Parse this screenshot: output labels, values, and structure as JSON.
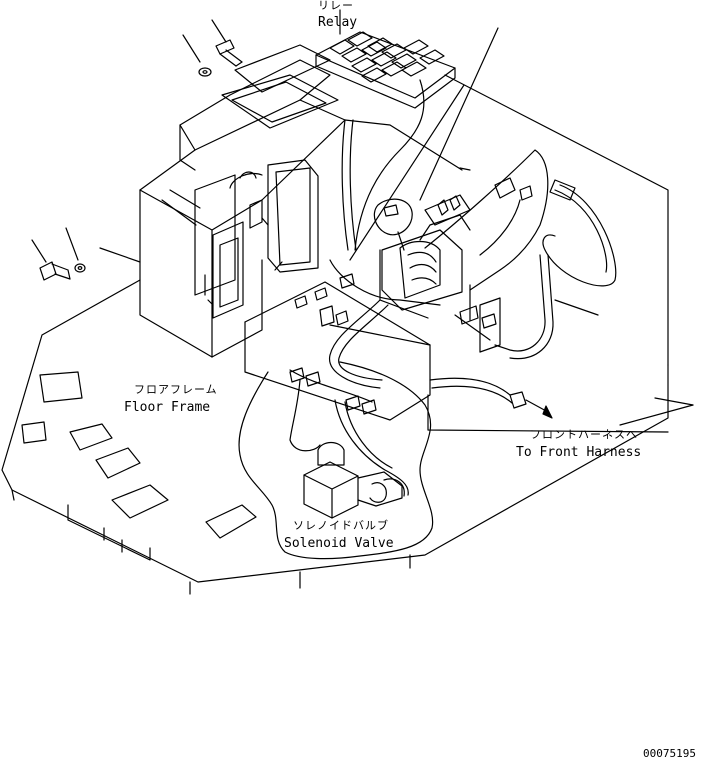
{
  "labels": {
    "relay_jp": "リレー",
    "relay_en": "Relay",
    "floor_frame_jp": "フロアフレーム",
    "floor_frame_en": "Floor Frame",
    "front_harness_jp": "フロントハーネスへ",
    "front_harness_en": "To Front Harness",
    "solenoid_valve_jp": "ソレノイドバルブ",
    "solenoid_valve_en": "Solenoid Valve"
  },
  "drawing_number": "00075195"
}
